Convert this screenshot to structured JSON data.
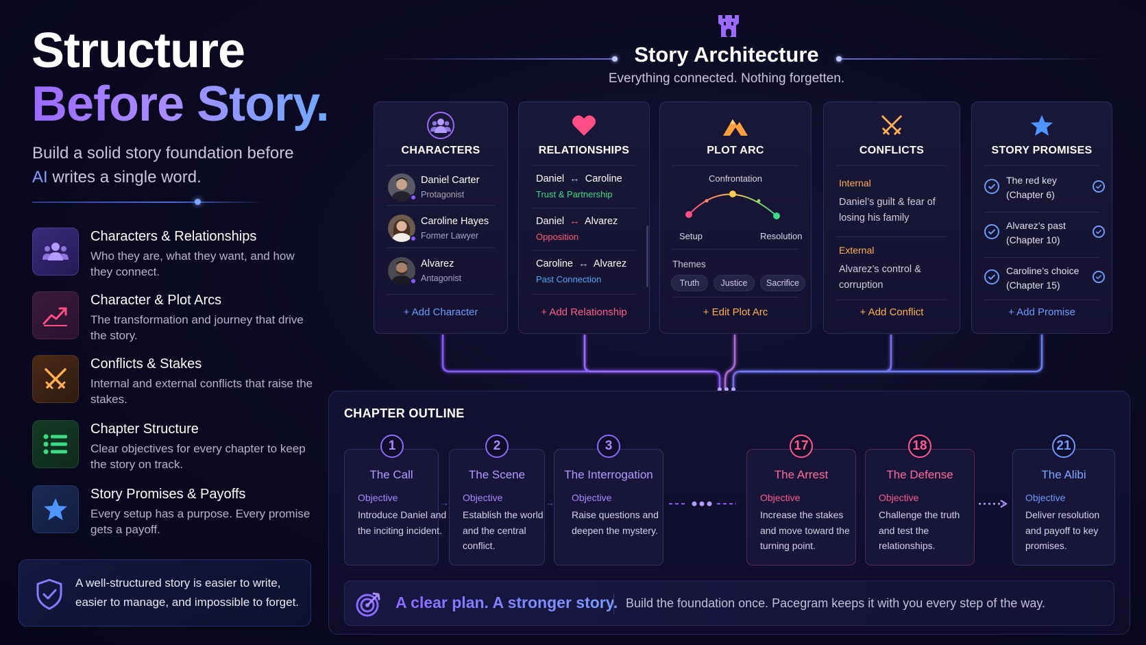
{
  "hero": {
    "line1": "Structure",
    "line2": "Before Story.",
    "sub_pre": "Build a solid story foundation before",
    "sub_ai": "AI",
    "sub_post": " writes a single word."
  },
  "features": [
    {
      "title": "Characters & Relationships",
      "desc": "Who they are, what they want, and how they connect."
    },
    {
      "title": "Character & Plot Arcs",
      "desc": "The transformation and journey that drive the story."
    },
    {
      "title": "Conflicts & Stakes",
      "desc": "Internal and external conflicts that raise the stakes."
    },
    {
      "title": "Chapter Structure",
      "desc": "Clear objectives for every chapter to keep the story on track."
    },
    {
      "title": "Story Promises & Payoffs",
      "desc": "Every setup has a purpose. Every promise gets a payoff."
    }
  ],
  "note": "A well-structured story is easier to write, easier to manage, and impossible to forget.",
  "architecture": {
    "title": "Story Architecture",
    "subtitle": "Everything connected. Nothing forgetten."
  },
  "cards": {
    "characters": {
      "title": "CHARACTERS",
      "people": [
        {
          "name": "Daniel Carter",
          "role": "Protagonist"
        },
        {
          "name": "Caroline Hayes",
          "role": "Former Lawyer"
        },
        {
          "name": "Alvarez",
          "role": "Antagonist"
        }
      ],
      "add": "+ Add Character"
    },
    "relationships": {
      "title": "RELATIONSHIPS",
      "items": [
        {
          "a": "Daniel",
          "b": "Caroline",
          "arrow": "↔",
          "type": "Trust & Partnership"
        },
        {
          "a": "Daniel",
          "b": "Alvarez",
          "arrow": "↔",
          "type": "Opposition"
        },
        {
          "a": "Caroline",
          "b": "Alvarez",
          "arrow": "↔",
          "type": "Past Connection"
        }
      ],
      "add": "+ Add Relationship"
    },
    "plot": {
      "title": "PLOT ARC",
      "confrontation": "Confrontation",
      "setup": "Setup",
      "resolution": "Resolution",
      "themes_label": "Themes",
      "themes": [
        "Truth",
        "Justice",
        "Sacrifice"
      ],
      "add": "+ Edit Plot Arc"
    },
    "conflicts": {
      "title": "CONFLICTS",
      "internal_label": "Internal",
      "internal_desc": "Daniel’s guilt & fear of losing his family",
      "external_label": "External",
      "external_desc": "Alvarez’s control & corruption",
      "add": "+ Add Conflict"
    },
    "promises": {
      "title": "STORY PROMISES",
      "items": [
        "The red key (Chapter 6)",
        "Alvarez’s past (Chapter 10)",
        "Caroline’s choice (Chapter 15)"
      ],
      "add": "+ Add Promise"
    }
  },
  "outline": {
    "title": "CHAPTER OUTLINE",
    "objective_label": "Objective",
    "chapters": [
      {
        "num": "1",
        "title": "The Call",
        "desc": "Introduce Daniel and the inciting incident."
      },
      {
        "num": "2",
        "title": "The Scene",
        "desc": "Establish the world and the central conflict."
      },
      {
        "num": "3",
        "title": "The Interrogation",
        "desc": "Raise questions and deepen the mystery."
      },
      {
        "num": "17",
        "title": "The Arrest",
        "desc": "Increase the stakes and move toward the turning point."
      },
      {
        "num": "18",
        "title": "The Defense",
        "desc": "Challenge the truth and test the relationships."
      },
      {
        "num": "21",
        "title": "The Alibi",
        "desc": "Deliver resolution and payoff to key promises."
      }
    ]
  },
  "cta": {
    "main": "A clear plan. A stronger story.",
    "sub": "Build the foundation once. Pacegram keeps it with you every step of the way."
  },
  "colors": {
    "accent_purple": "#9b6bff",
    "accent_pink": "#ff5b8e",
    "accent_blue": "#6f9bff",
    "accent_orange": "#ffae55",
    "accent_green": "#3ddc84"
  }
}
